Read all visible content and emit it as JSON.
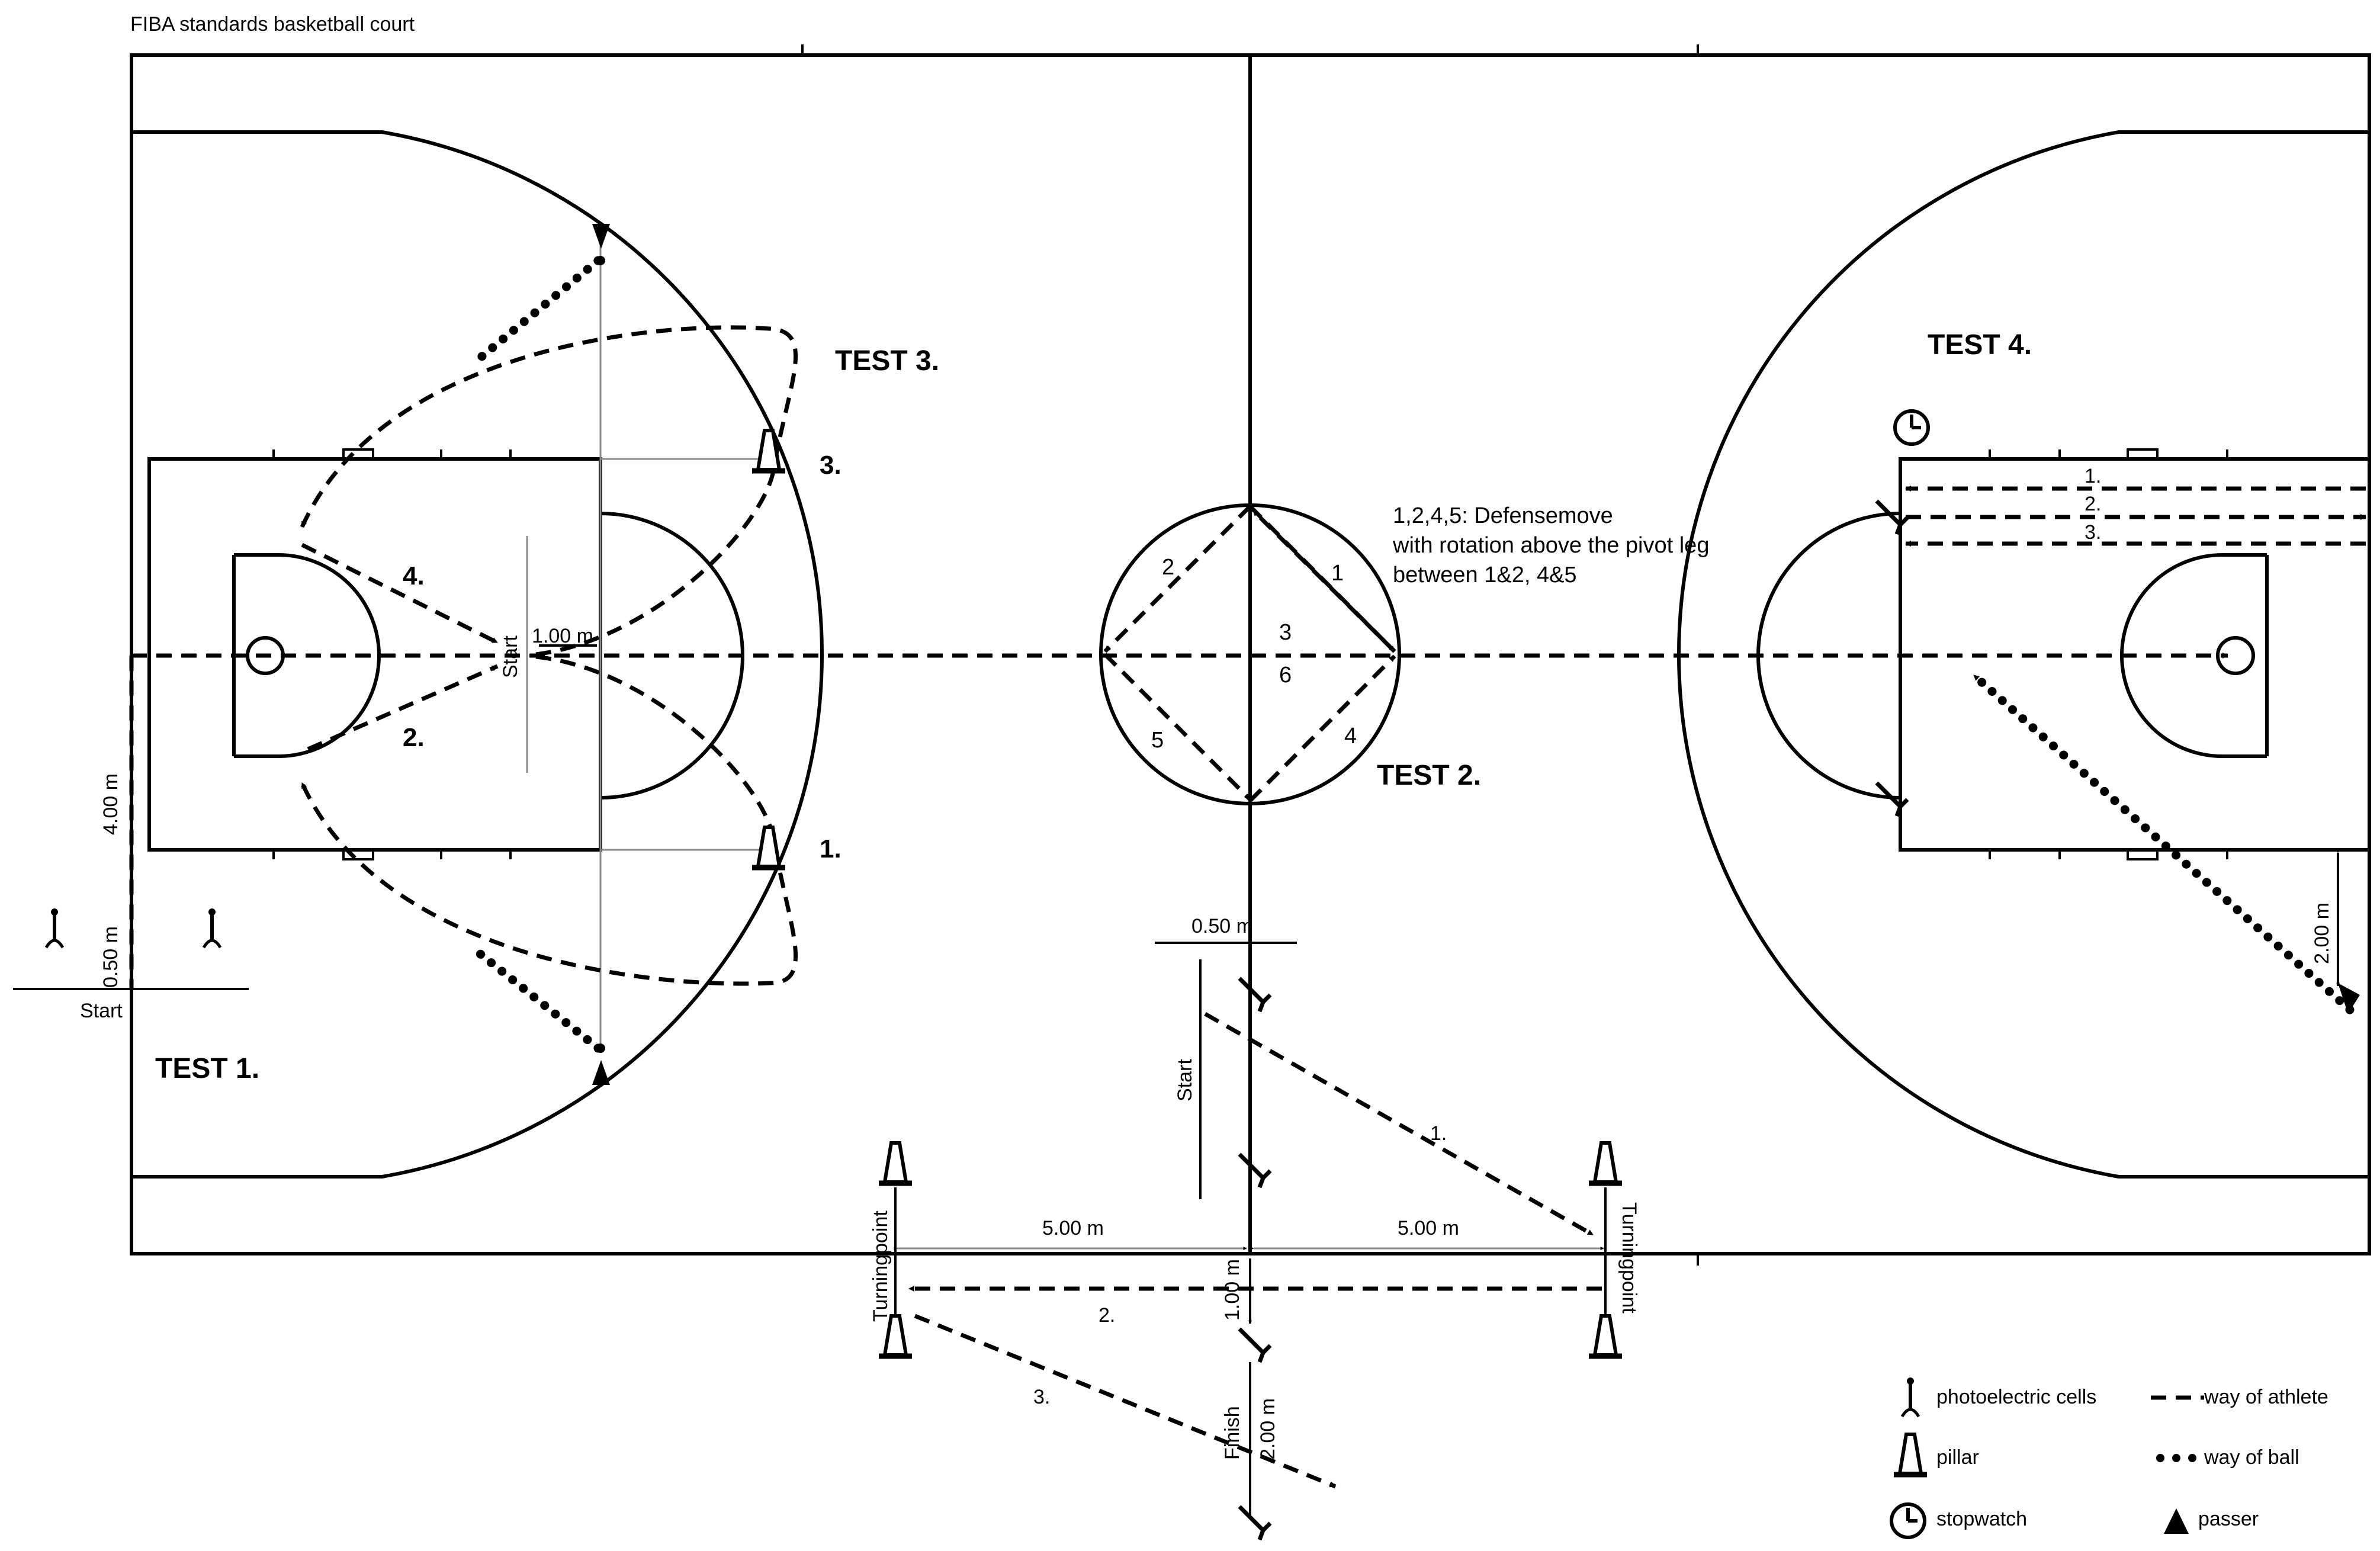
{
  "title": "FIBA standards basketball court",
  "tests": {
    "test1": "TEST 1.",
    "test2": "TEST 2.",
    "test3": "TEST 3.",
    "test4": "TEST 4."
  },
  "route_numbers": {
    "test3_1": "1.",
    "test3_2": "2.",
    "test3_3": "3.",
    "test3_4": "4.",
    "test2_1": "1",
    "test2_2": "2",
    "test2_3": "3",
    "test2_4": "4",
    "test2_5": "5",
    "test2_6": "6",
    "test4_1": "1.",
    "test4_2": "2.",
    "test4_3": "3.",
    "test1_1": "1.",
    "test1_2": "2.",
    "test1_3": "3."
  },
  "test2_note": {
    "line1": "1,2,4,5: Defensemove",
    "line2": "with rotation above the pivot leg",
    "line3": "between 1&2, 4&5"
  },
  "dimensions": {
    "d400": "4.00 m",
    "d050_left": "0.50 m",
    "d100_key": "1.00 m",
    "d050_mid": "0.50 m",
    "d500_left": "5.00 m",
    "d500_right": "5.00 m",
    "d100_mid": "1.00 m",
    "d200_finish": "2.00 m",
    "d200_right": "2.00 m"
  },
  "labels": {
    "start_left": "Start",
    "start_key": "Start",
    "start_mid": "Start",
    "finish": "Finish",
    "turning_left": "Turningpoint",
    "turning_right": "Turningpoint"
  },
  "legend": {
    "photo_cells": "photoelectric cells",
    "pillar": "pillar",
    "stopwatch": "stopwatch",
    "athlete": "way of athlete",
    "ball": "way of ball",
    "passer": "passer"
  }
}
